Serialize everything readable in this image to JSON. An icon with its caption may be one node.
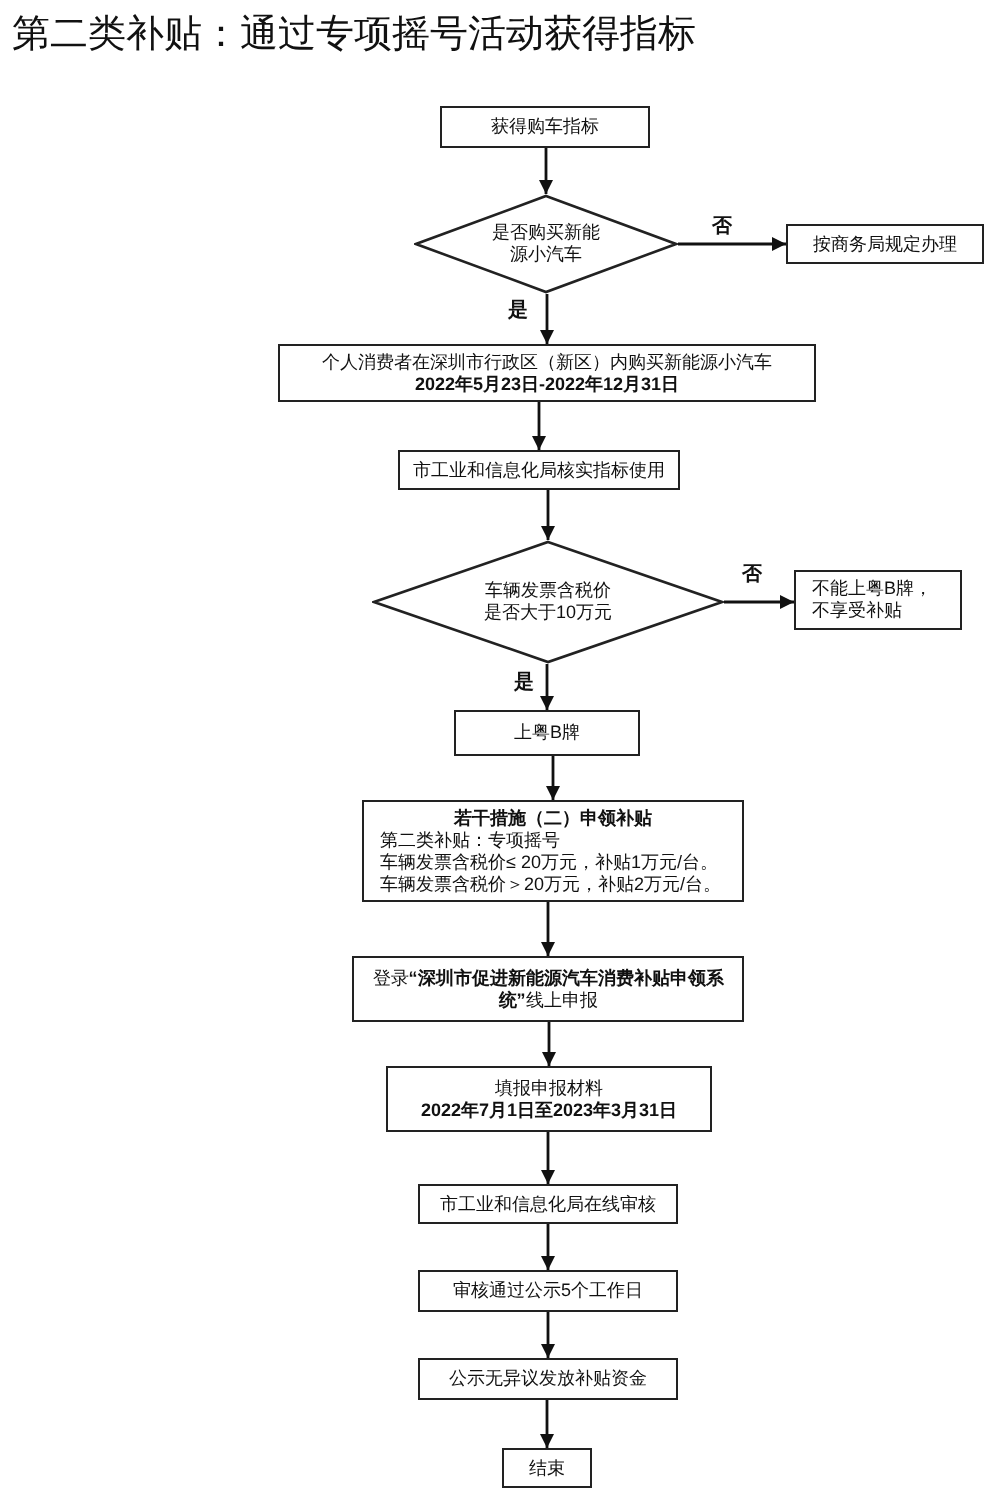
{
  "diagram": {
    "title": "第二类补贴：通过专项摇号活动获得指标",
    "nodes": [
      {
        "text": [
          "获得购车指标"
        ]
      },
      {
        "text": [
          "是否购买新能源小汽车"
        ]
      },
      {
        "text": [
          "按商务局规定办理"
        ]
      },
      {
        "text": [
          "个人消费者在深圳市行政区（新区）内购买新能源小汽车",
          "2022年5月23日-2022年12月31日"
        ]
      },
      {
        "text": [
          "市工业和信息化局核实指标使用"
        ]
      },
      {
        "text": [
          "车辆发票含税价是否大于10万元"
        ]
      },
      {
        "text": [
          "不能上粤B牌，不享受补贴"
        ]
      },
      {
        "text": [
          "上粤B牌"
        ]
      },
      {
        "text": [
          "若干措施（二）申领补贴",
          "第二类补贴：专项摇号",
          "车辆发票含税价≤ 20万元，补贴1万元/台。",
          "车辆发票含税价＞20万元，补贴2万元/台。"
        ]
      },
      {
        "text": [
          "登录**“深圳市促进新能源汽车消费补贴申领系统”**线上申报"
        ]
      },
      {
        "text": [
          "填报申报材料",
          "2022年7月1日至2023年3月31日"
        ]
      },
      {
        "text": [
          "市工业和信息化局在线审核"
        ]
      },
      {
        "text": [
          "审核通过公示5个工作日"
        ]
      },
      {
        "text": [
          "公示无异议发放补贴资金"
        ]
      },
      {
        "text": [
          "结束"
        ]
      }
    ],
    "edges": [
      {
        "from": 0,
        "to": 1,
        "arrow": "to"
      },
      {
        "from": 1,
        "to": 2,
        "arrow": "to",
        "label": "否"
      },
      {
        "from": 1,
        "to": 3,
        "arrow": "to",
        "label": "是"
      },
      {
        "from": 3,
        "to": 4,
        "arrow": "to"
      },
      {
        "from": 4,
        "to": 5,
        "arrow": "to"
      },
      {
        "from": 5,
        "to": 6,
        "arrow": "to",
        "label": "否"
      },
      {
        "from": 5,
        "to": 7,
        "arrow": "to",
        "label": "是"
      },
      {
        "from": 7,
        "to": 8,
        "arrow": "to"
      },
      {
        "from": 8,
        "to": 9,
        "arrow": "to"
      },
      {
        "from": 9,
        "to": 10,
        "arrow": "to"
      },
      {
        "from": 10,
        "to": 11,
        "arrow": "to"
      },
      {
        "from": 11,
        "to": 12,
        "arrow": "to"
      },
      {
        "from": 12,
        "to": 13,
        "arrow": "to"
      },
      {
        "from": 13,
        "to": 14,
        "arrow": "to"
      }
    ]
  }
}
